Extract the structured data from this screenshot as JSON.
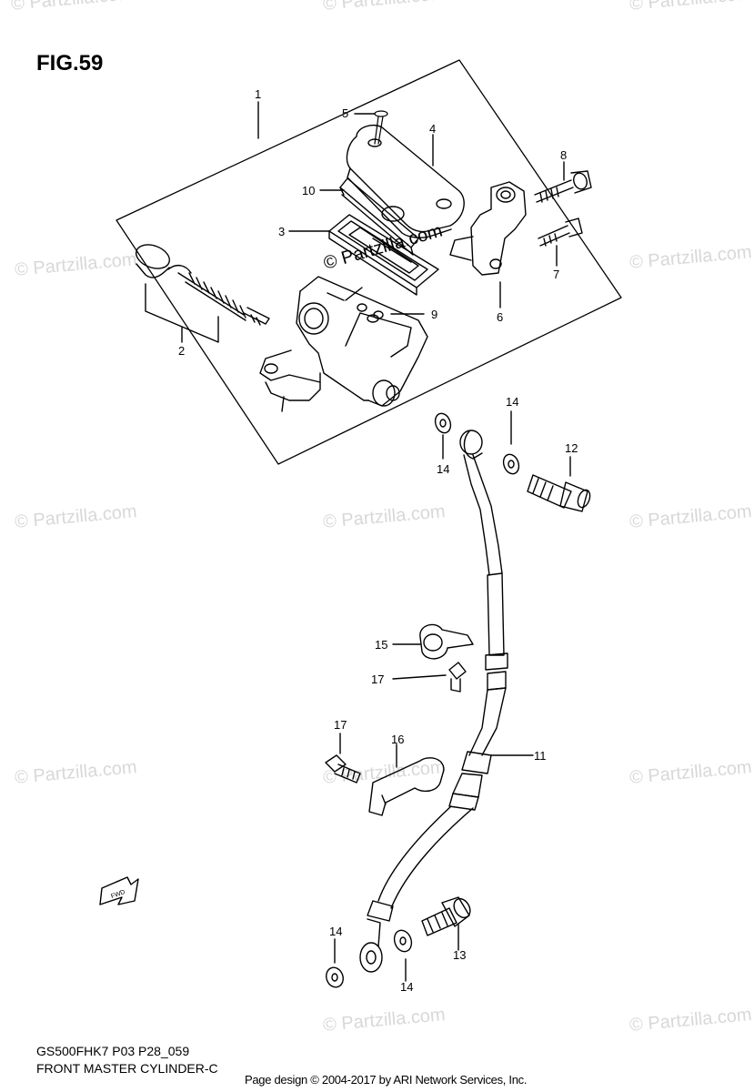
{
  "figure": {
    "title": "FIG.59"
  },
  "footer": {
    "code": "GS500FHK7 P03 P28_059",
    "name": "FRONT MASTER CYLINDER-C",
    "copyright": "Page design © 2004-2017 by ARI Network Services, Inc."
  },
  "watermarks": [
    "© Partzilla.com",
    "© Partzilla.com",
    "© Partzilla.com",
    "© Partzilla.com",
    "© Partzilla.com",
    "© Partzilla.com",
    "© Partzilla.com",
    "© Partzilla.com",
    "© Partzilla.com",
    "© Partzilla.com",
    "© Partzilla.com",
    "© Partzilla.com",
    "© Partzilla.com"
  ],
  "center_watermark": "© Partzilla.com",
  "fwd_label": "FWD",
  "callouts": [
    "1",
    "2",
    "3",
    "4",
    "5",
    "6",
    "7",
    "8",
    "9",
    "10",
    "11",
    "12",
    "13",
    "14",
    "14",
    "14",
    "14",
    "15",
    "16",
    "17",
    "17"
  ]
}
